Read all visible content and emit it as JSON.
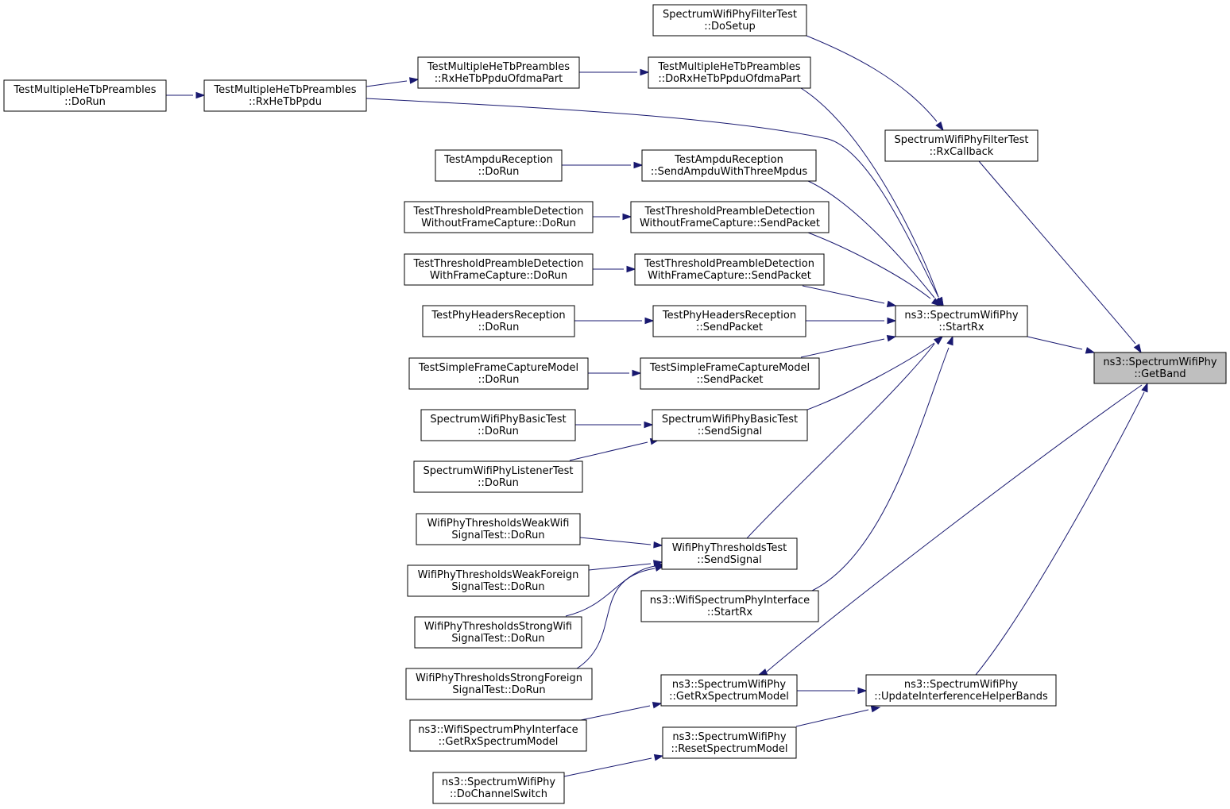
{
  "diagram": {
    "type": "call-graph",
    "edge_color": "#191970",
    "highlight_fill": "#bfbfbf",
    "nodes": [
      {
        "id": "getband",
        "label": [
          "ns3::SpectrumWifiPhy",
          "::GetBand"
        ],
        "highlight": true,
        "link": false
      },
      {
        "id": "filter_dosetup",
        "label": [
          "SpectrumWifiPhyFilterTest",
          "::DoSetup"
        ]
      },
      {
        "id": "filter_rxcallback",
        "label": [
          "SpectrumWifiPhyFilterTest",
          "::RxCallback"
        ]
      },
      {
        "id": "mhe_dorun",
        "label": [
          "TestMultipleHeTbPreambles",
          "::DoRun"
        ]
      },
      {
        "id": "mhe_rxhetbppdu",
        "label": [
          "TestMultipleHeTbPreambles",
          "::RxHeTbPpdu"
        ]
      },
      {
        "id": "mhe_rxofdma",
        "label": [
          "TestMultipleHeTbPreambles",
          "::RxHeTbPpduOfdmaPart"
        ]
      },
      {
        "id": "mhe_dorxofdma",
        "label": [
          "TestMultipleHeTbPreambles",
          "::DoRxHeTbPpduOfdmaPart"
        ]
      },
      {
        "id": "ampdu_dorun",
        "label": [
          "TestAmpduReception",
          "::DoRun"
        ]
      },
      {
        "id": "ampdu_send",
        "label": [
          "TestAmpduReception",
          "::SendAmpduWithThreeMpdus"
        ]
      },
      {
        "id": "tpd_wo_dorun",
        "label": [
          "TestThresholdPreambleDetection",
          "WithoutFrameCapture::DoRun"
        ]
      },
      {
        "id": "tpd_wo_send",
        "label": [
          "TestThresholdPreambleDetection",
          "WithoutFrameCapture::SendPacket"
        ]
      },
      {
        "id": "tpd_w_dorun",
        "label": [
          "TestThresholdPreambleDetection",
          "WithFrameCapture::DoRun"
        ]
      },
      {
        "id": "tpd_w_send",
        "label": [
          "TestThresholdPreambleDetection",
          "WithFrameCapture::SendPacket"
        ]
      },
      {
        "id": "startrx",
        "label": [
          "ns3::SpectrumWifiPhy",
          "::StartRx"
        ]
      },
      {
        "id": "phr_dorun",
        "label": [
          "TestPhyHeadersReception",
          "::DoRun"
        ]
      },
      {
        "id": "phr_send",
        "label": [
          "TestPhyHeadersReception",
          "::SendPacket"
        ]
      },
      {
        "id": "sfc_dorun",
        "label": [
          "TestSimpleFrameCaptureModel",
          "::DoRun"
        ]
      },
      {
        "id": "sfc_send",
        "label": [
          "TestSimpleFrameCaptureModel",
          "::SendPacket"
        ]
      },
      {
        "id": "basic_dorun",
        "label": [
          "SpectrumWifiPhyBasicTest",
          "::DoRun"
        ]
      },
      {
        "id": "basic_send",
        "label": [
          "SpectrumWifiPhyBasicTest",
          "::SendSignal"
        ]
      },
      {
        "id": "listener_dorun",
        "label": [
          "SpectrumWifiPhyListenerTest",
          "::DoRun"
        ]
      },
      {
        "id": "thr_weakwifi",
        "label": [
          "WifiPhyThresholdsWeakWifi",
          "SignalTest::DoRun"
        ]
      },
      {
        "id": "thr_send",
        "label": [
          "WifiPhyThresholdsTest",
          "::SendSignal"
        ]
      },
      {
        "id": "thr_weakforeign",
        "label": [
          "WifiPhyThresholdsWeakForeign",
          "SignalTest::DoRun"
        ]
      },
      {
        "id": "wspi_startrx",
        "label": [
          "ns3::WifiSpectrumPhyInterface",
          "::StartRx"
        ]
      },
      {
        "id": "thr_strongwifi",
        "label": [
          "WifiPhyThresholdsStrongWifi",
          "SignalTest::DoRun"
        ]
      },
      {
        "id": "thr_strongforeign",
        "label": [
          "WifiPhyThresholdsStrongForeign",
          "SignalTest::DoRun"
        ]
      },
      {
        "id": "getrxsm",
        "label": [
          "ns3::SpectrumWifiPhy",
          "::GetRxSpectrumModel"
        ]
      },
      {
        "id": "updateihb",
        "label": [
          "ns3::SpectrumWifiPhy",
          "::UpdateInterferenceHelperBands"
        ]
      },
      {
        "id": "wspi_getrxsm",
        "label": [
          "ns3::WifiSpectrumPhyInterface",
          "::GetRxSpectrumModel"
        ]
      },
      {
        "id": "resetsm",
        "label": [
          "ns3::SpectrumWifiPhy",
          "::ResetSpectrumModel"
        ]
      },
      {
        "id": "dochannelswitch",
        "label": [
          "ns3::SpectrumWifiPhy",
          "::DoChannelSwitch"
        ]
      }
    ],
    "edges": [
      {
        "from": "filter_dosetup",
        "to": "filter_rxcallback"
      },
      {
        "from": "filter_rxcallback",
        "to": "getband"
      },
      {
        "from": "startrx",
        "to": "getband"
      },
      {
        "from": "getband",
        "to": "getrxsm"
      },
      {
        "from": "updateihb",
        "to": "getband"
      },
      {
        "from": "mhe_dorun",
        "to": "mhe_rxhetbppdu"
      },
      {
        "from": "mhe_rxhetbppdu",
        "to": "mhe_rxofdma"
      },
      {
        "from": "mhe_rxofdma",
        "to": "mhe_dorxofdma"
      },
      {
        "from": "mhe_rxhetbppdu",
        "to": "startrx"
      },
      {
        "from": "mhe_dorxofdma",
        "to": "startrx"
      },
      {
        "from": "ampdu_dorun",
        "to": "ampdu_send"
      },
      {
        "from": "ampdu_send",
        "to": "startrx"
      },
      {
        "from": "tpd_wo_dorun",
        "to": "tpd_wo_send"
      },
      {
        "from": "tpd_wo_send",
        "to": "startrx"
      },
      {
        "from": "tpd_w_dorun",
        "to": "tpd_w_send"
      },
      {
        "from": "tpd_w_send",
        "to": "startrx"
      },
      {
        "from": "phr_dorun",
        "to": "phr_send"
      },
      {
        "from": "phr_send",
        "to": "startrx"
      },
      {
        "from": "sfc_dorun",
        "to": "sfc_send"
      },
      {
        "from": "sfc_send",
        "to": "startrx"
      },
      {
        "from": "basic_dorun",
        "to": "basic_send"
      },
      {
        "from": "listener_dorun",
        "to": "basic_send"
      },
      {
        "from": "basic_send",
        "to": "startrx"
      },
      {
        "from": "thr_weakwifi",
        "to": "thr_send"
      },
      {
        "from": "thr_weakforeign",
        "to": "thr_send"
      },
      {
        "from": "thr_strongwifi",
        "to": "thr_send"
      },
      {
        "from": "thr_strongforeign",
        "to": "thr_send"
      },
      {
        "from": "thr_send",
        "to": "startrx"
      },
      {
        "from": "wspi_startrx",
        "to": "startrx"
      },
      {
        "from": "getrxsm",
        "to": "updateihb"
      },
      {
        "from": "wspi_getrxsm",
        "to": "getrxsm"
      },
      {
        "from": "resetsm",
        "to": "updateihb"
      },
      {
        "from": "dochannelswitch",
        "to": "resetsm"
      }
    ]
  }
}
